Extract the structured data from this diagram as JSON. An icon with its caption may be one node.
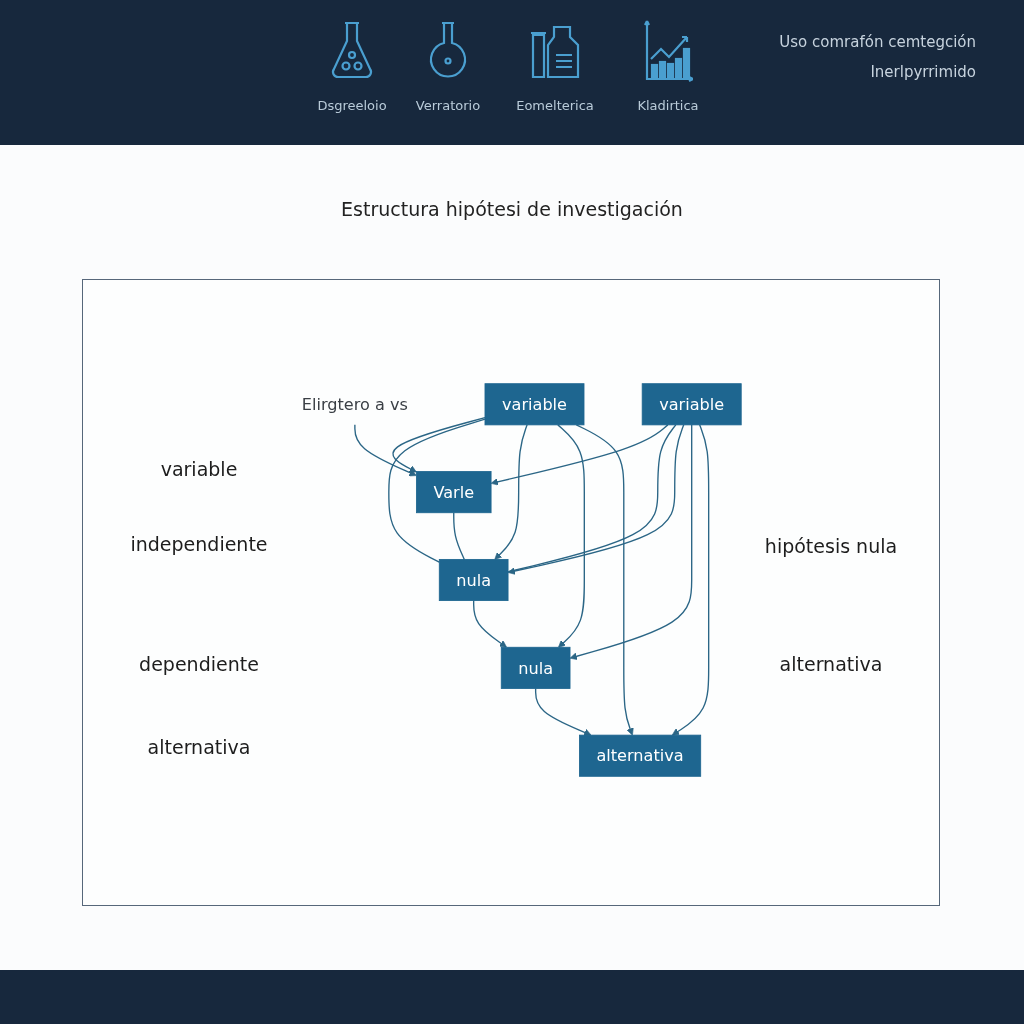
{
  "diagram": {
    "title": "Estructura hipótesi de investigación",
    "nodes": [
      {
        "text": [
          "Elirgtero a vs"
        ]
      },
      {
        "text": [
          "variable"
        ]
      },
      {
        "text": [
          "variable"
        ]
      },
      {
        "text": [
          "Varle"
        ]
      },
      {
        "text": [
          "nula"
        ]
      },
      {
        "text": [
          "nula"
        ]
      },
      {
        "text": [
          "alternativa"
        ]
      }
    ],
    "edges": [
      {
        "from": 0,
        "to": 3,
        "arrow": "to"
      },
      {
        "from": 1,
        "to": 3,
        "arrow": "to"
      },
      {
        "from": 2,
        "to": 3,
        "arrow": "to"
      },
      {
        "from": 1,
        "to": 4,
        "arrow": "none"
      },
      {
        "from": 2,
        "to": 4,
        "arrow": "none"
      },
      {
        "from": 3,
        "to": 4,
        "arrow": "none"
      },
      {
        "from": 1,
        "to": 4,
        "arrow": "to"
      },
      {
        "from": 2,
        "to": 4,
        "arrow": "to"
      },
      {
        "from": 4,
        "to": 5,
        "arrow": "to"
      },
      {
        "from": 1,
        "to": 5,
        "arrow": "to"
      },
      {
        "from": 2,
        "to": 5,
        "arrow": "to"
      },
      {
        "from": 5,
        "to": 6,
        "arrow": "to"
      },
      {
        "from": 1,
        "to": 6,
        "arrow": "to"
      },
      {
        "from": 2,
        "to": 6,
        "arrow": "to"
      }
    ],
    "labels": [
      "Dsgreeloio",
      "Verratorio",
      "Eomelterica",
      "Kladirtica",
      "Uso comrafón cemtegción",
      "Inerlpyrrimido",
      "variable",
      "independiente",
      "hipótesis nula",
      "dependiente",
      "alternativa",
      "alternativa"
    ]
  }
}
